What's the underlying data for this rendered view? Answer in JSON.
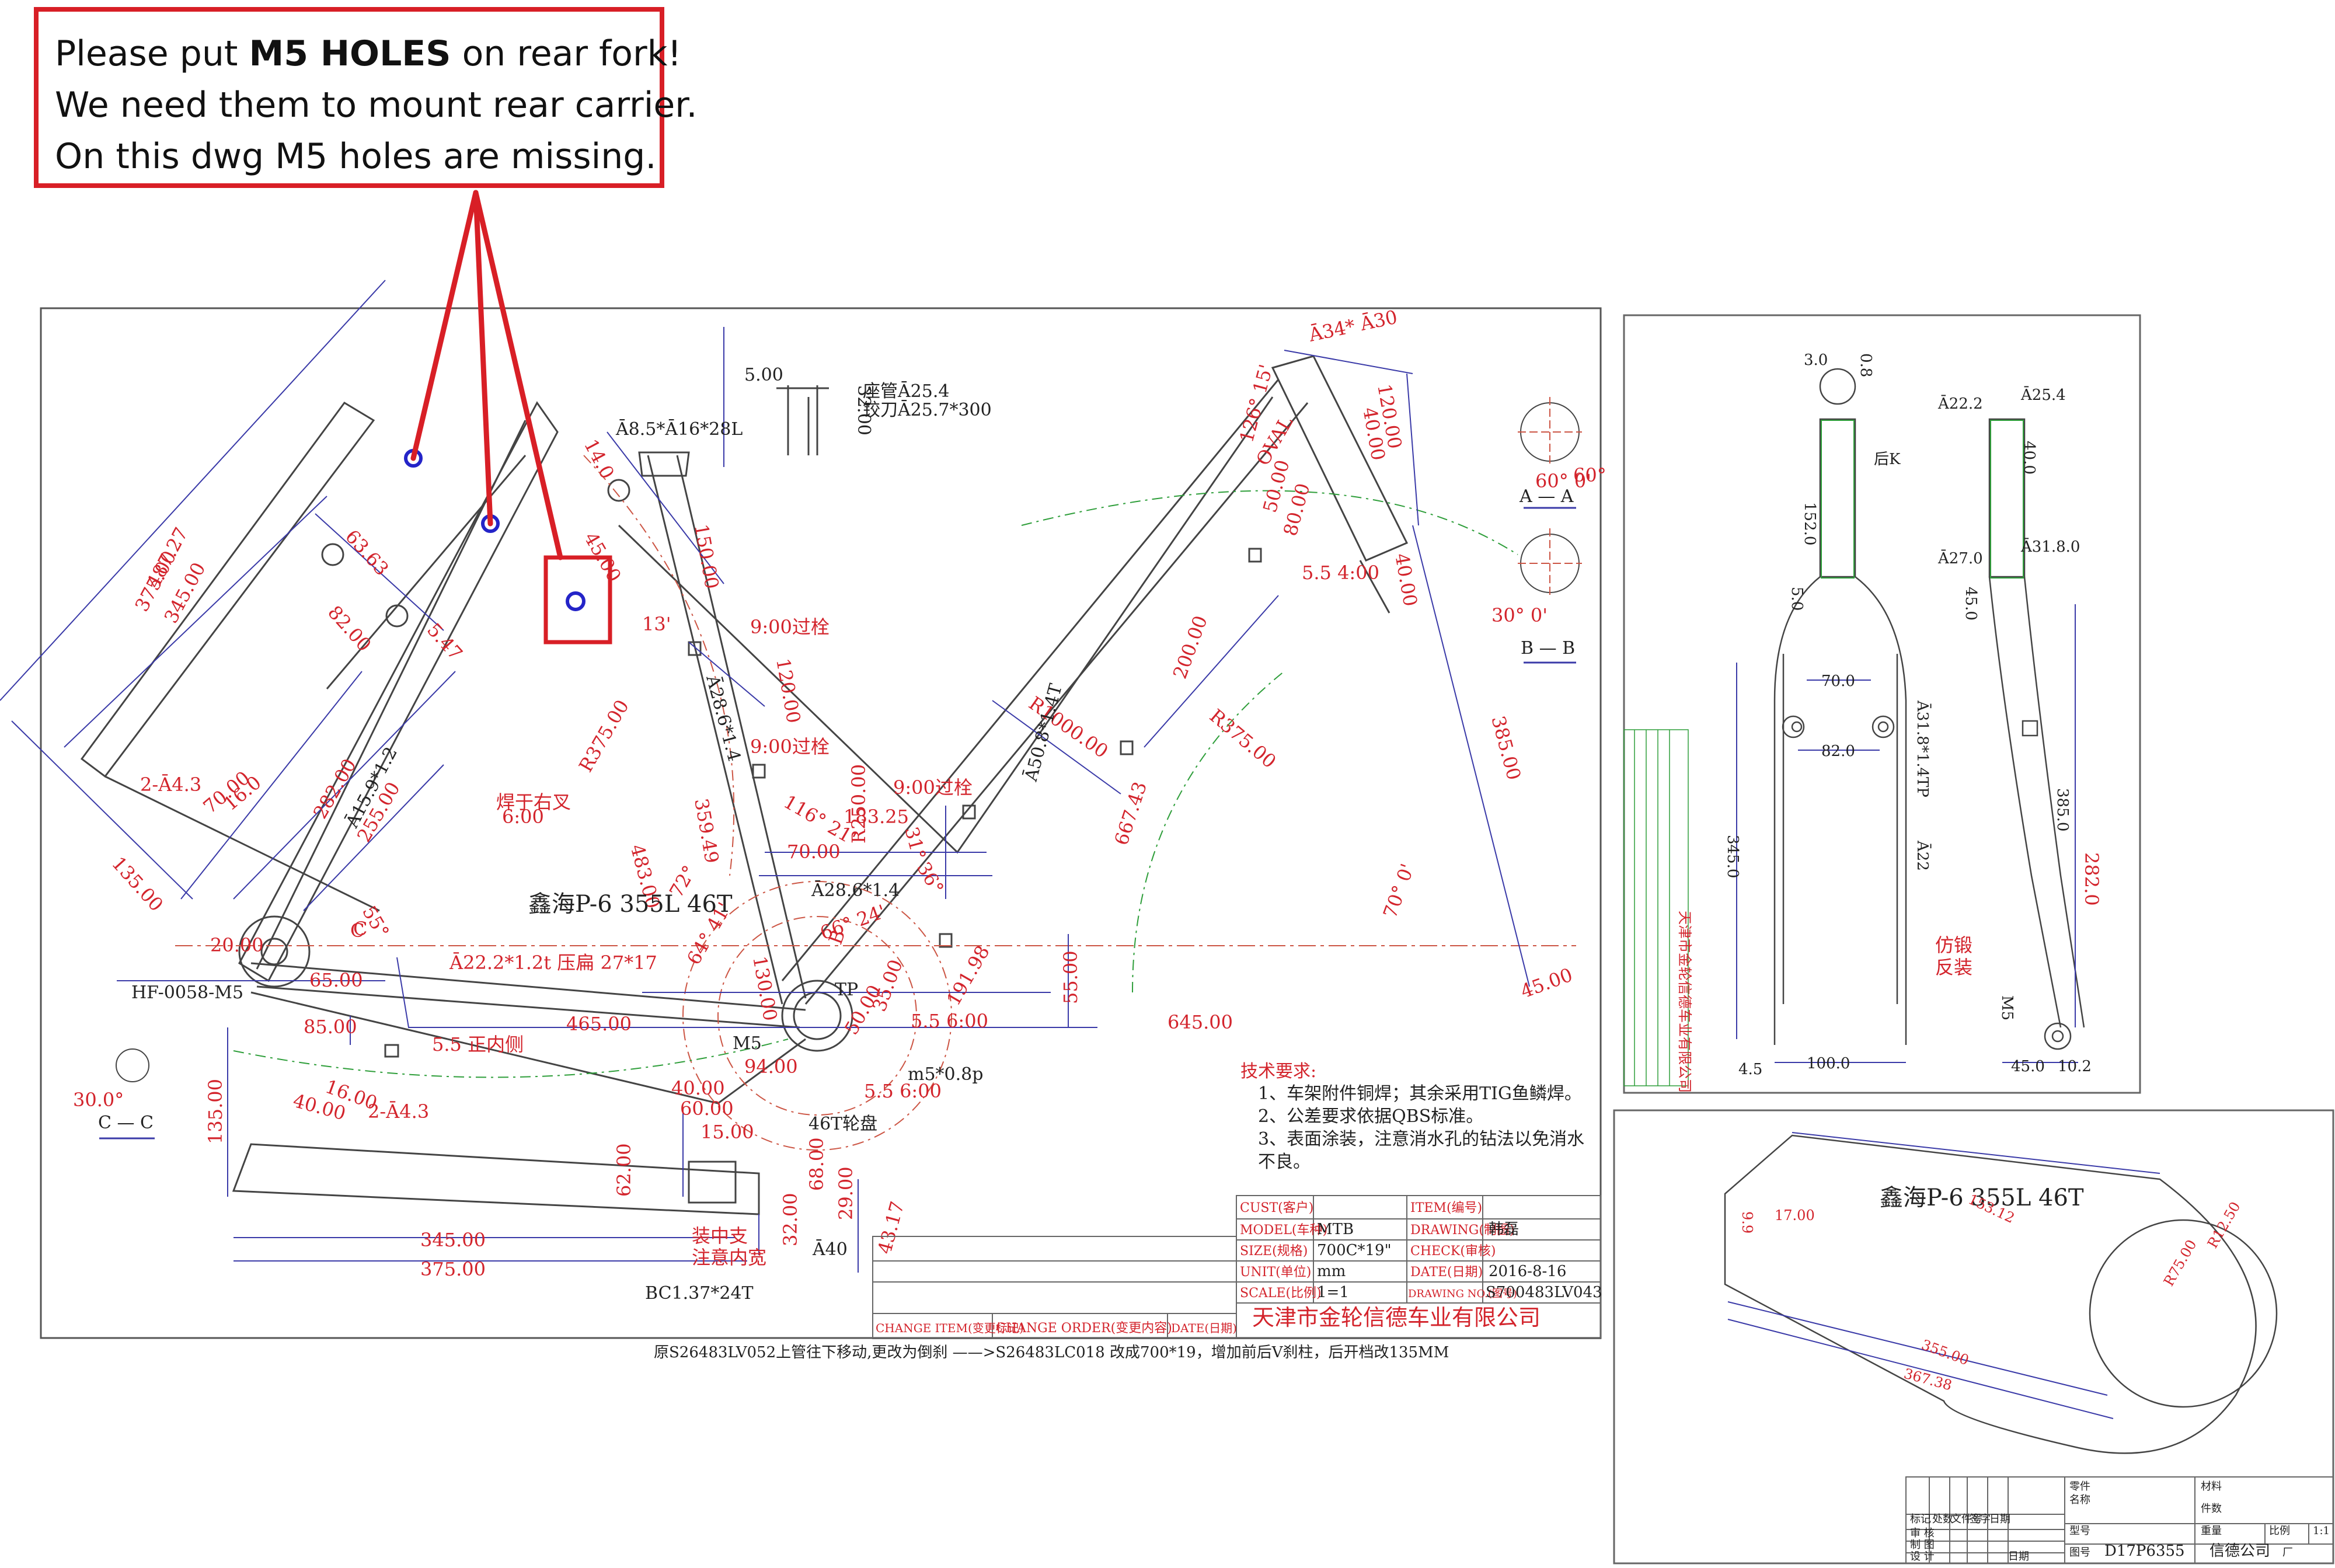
{
  "callout": {
    "line1_prefix": "Please put ",
    "line1_bold": "M5 HOLES",
    "line1_suffix": " on rear fork!",
    "line2": "We need them to mount rear carrier.",
    "line3": "On this dwg M5 holes are missing."
  },
  "colors": {
    "annotation_red": "#d81f26",
    "dimension_red": "#d3242c",
    "line_blue": "#3a3aa8",
    "green": "#2e9e3a",
    "ink": "#222222"
  },
  "main_drawing": {
    "model_label": "鑫海P-6     355L  46T",
    "frame_dims_red": [
      "487.27",
      "375.00",
      "345.00",
      "63.63",
      "82.00",
      "5.47",
      "2-Ā4.3",
      "70.00",
      "16.0",
      "135.00",
      "282.00",
      "255.00",
      "55°",
      "焊于右叉",
      "6:00",
      "20.00",
      "65.00",
      "C",
      "Ā22.2*1.2t 压扁 27*17",
      "465.00",
      "85.00",
      "5.5 正内侧",
      "16.00",
      "40.00",
      "2-Ā4.3",
      "135.00",
      "345.00",
      "375.00",
      "62.00",
      "15.00",
      "装中支",
      "注意内宽",
      "32.00",
      "43.17",
      "14.0",
      "45.00",
      "150.00",
      "120.00",
      "9:00过栓",
      "9:00过栓",
      "9:00过栓",
      "R375.00",
      "359.49",
      "483.00",
      "72°",
      "R250.00",
      "116° 21'",
      "183.25",
      "31°",
      "36°",
      "70.00",
      "R1000.00",
      "R375.00",
      "667.43",
      "200.00",
      "126° 15'",
      "Ā34* Ā30",
      "OVAL",
      "50.00",
      "80.00",
      "120.00",
      "40.00",
      "5.5 4:00",
      "40.00",
      "385.00",
      "70° 0'",
      "45.00",
      "645.00",
      "55.00",
      "66° 24'",
      "64° 41'",
      "130.00",
      "B",
      "C",
      "35.00",
      "50.00",
      "5.5 6:00",
      "191.98",
      "94.00",
      "5.5 6:00",
      "68.00",
      "29.00",
      "40.00",
      "60.00",
      "60° 0'",
      "30° 0'",
      "30.0°",
      "60°",
      "13'"
    ],
    "frame_dims_black": [
      "Ā8.5*Ā16*28L",
      "Ā28.6*1.4",
      "Ā50.8*1.4T",
      "Ā28.6*1.4",
      "Ā15.9*1.2",
      "HF-0058-M5",
      "M5",
      "m5*0.8p",
      "46T轮盘",
      "BC1.37*24T",
      "Ā40",
      "TP",
      "A — A",
      "B — B",
      "C — C",
      "5.00",
      "32.00",
      "座管Ā25.4",
      "铰刀Ā25.7*300"
    ],
    "tech_req": {
      "title": "技术要求:",
      "items": [
        "1、车架附件铜焊；其余采用TIG鱼鳞焊。",
        "2、公差要求依据QBS标准。",
        "3、表面涂装，注意消水孔的钻法以免消水",
        "不良。"
      ]
    },
    "title_block": {
      "cust": "CUST(客户)",
      "item": "ITEM(编号)",
      "model_label": "MODEL(车种)",
      "model_value": "MTB",
      "drawing_label": "DRAWING(制图)",
      "drawing_value": "韩磊",
      "size_label": "SIZE(规格)",
      "size_value": "700C*19\"",
      "check_label": "CHECK(审核)",
      "unit_label": "UNIT(单位)",
      "unit_value": "mm",
      "date_label": "DATE(日期)",
      "date_value": "2016-8-16",
      "scale_label": "SCALE(比例)",
      "scale_value": "1=1",
      "drawing_no_label": "DRAWING NO.(图号)",
      "drawing_no_value": "S700483LV043",
      "company": "天津市金轮信德车业有限公司",
      "change_item": "CHANGE ITEM(变更标记)",
      "change_order": "CHANGE ORDER(变更内容)",
      "date_col": "DATE(日期)"
    },
    "footnote": "原S26483LV052上管往下移动,更改为倒刹    ——>S26483LC018   改成700*19，增加前后V刹柱，后开档改135MM"
  },
  "fork_drawing": {
    "labels_black": [
      "3.0",
      "0.8",
      "Ā22.2",
      "Ā25.4",
      "40.0",
      "152.0",
      "后K",
      "5.0",
      "Ā27.0",
      "Ā31.8.0",
      "45.0",
      "70.0",
      "82.0",
      "Ā31.8*1.4TP",
      "Ā22",
      "345.0",
      "385.0",
      "M5",
      "45.0",
      "10.2",
      "4.5",
      "100.0"
    ],
    "labels_red": [
      "282.0",
      "仿锻",
      "反装"
    ]
  },
  "guard_drawing": {
    "model_label": "鑫海P-6   355L   46T",
    "dims_red": [
      "9.9",
      "17.00",
      "153.12",
      "R12.50",
      "R75.00",
      "355.00",
      "367.38"
    ],
    "table": {
      "cells": [
        "零件",
        "名称",
        "材料",
        "件数",
        "标记",
        "处数",
        "文件号",
        "签字",
        "日期",
        "型号",
        "重量",
        "比例",
        "1:1",
        "审 核",
        "制 图",
        "设 计",
        "日期",
        "图号",
        "D17P6355",
        "信德公司",
        "厂"
      ]
    }
  }
}
